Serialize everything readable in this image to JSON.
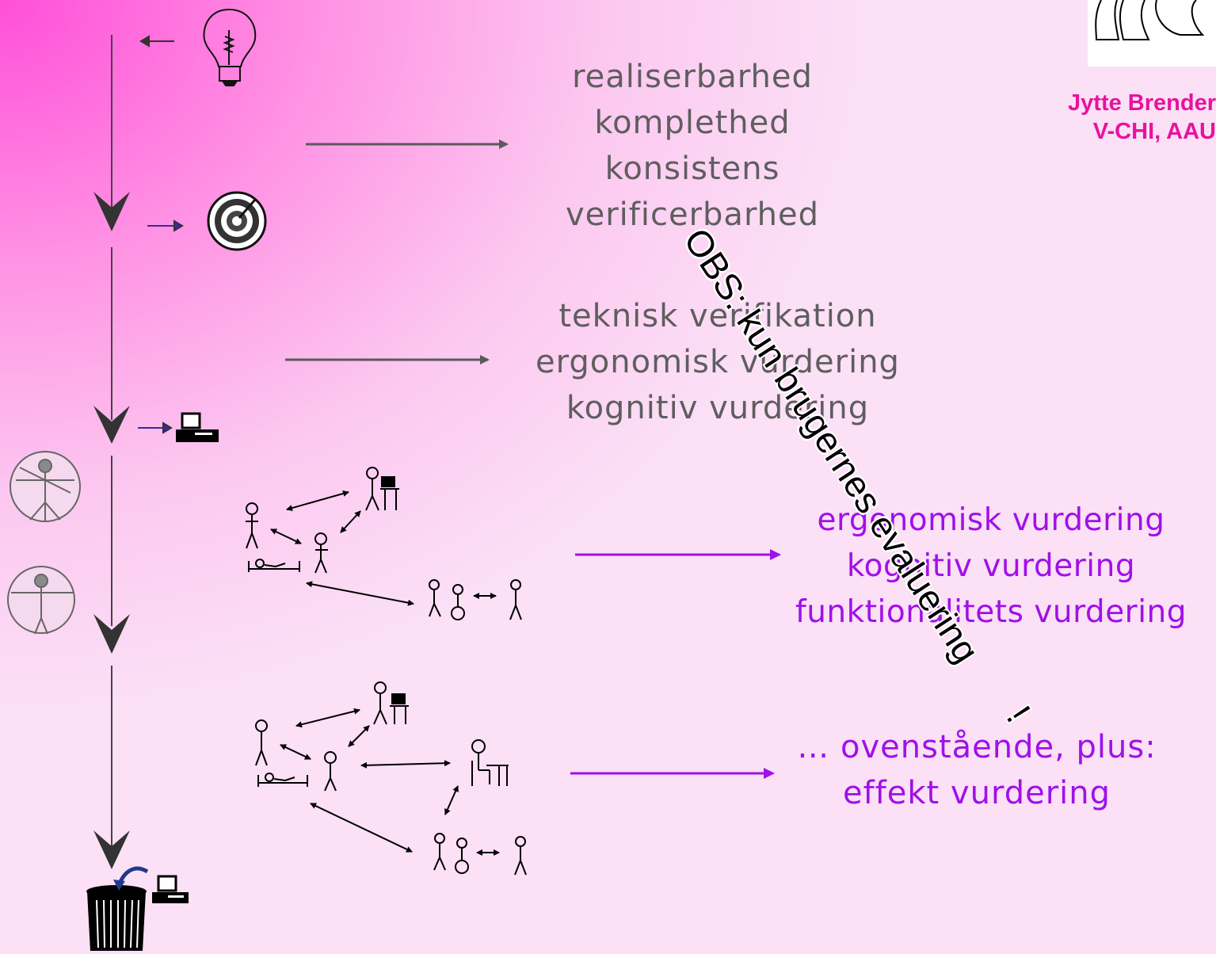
{
  "author": {
    "name": "Jytte Brender",
    "affiliation": "V-CHI, AAU"
  },
  "blocks": {
    "design": [
      "realiserbarhed",
      "komplethed",
      "konsistens",
      "verificerbarhed"
    ],
    "prototype": [
      "teknisk verifikation",
      "ergonomisk vurdering",
      "kognitiv vurdering"
    ],
    "pilot": [
      "ergonomisk vurdering",
      "kognitiv vurdering",
      "funktionalitets vurdering"
    ],
    "operation": [
      "… ovenstående, plus:",
      "effekt vurdering"
    ]
  },
  "note": {
    "text": "OBS: kun brugernes evaluering",
    "exclamation": "!"
  },
  "colors": {
    "gray_text": "#5e5e5e",
    "purple": "#a010e8",
    "author": "#e6139e",
    "arrow_gray": "#5a5a5a"
  }
}
